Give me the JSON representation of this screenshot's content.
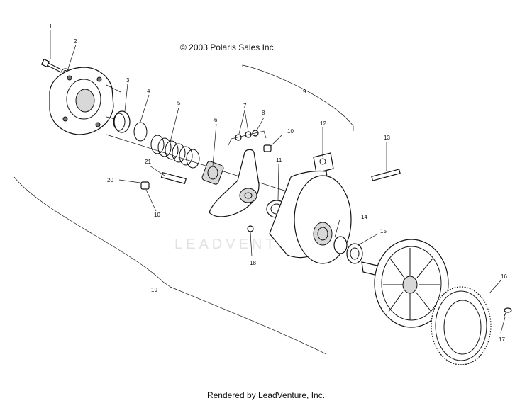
{
  "copyright": "© 2003 Polaris Sales Inc.",
  "footer": "Rendered by LeadVenture, Inc.",
  "watermark": "LEADVENTURE",
  "callouts": [
    "1",
    "2",
    "3",
    "4",
    "5",
    "6",
    "7",
    "8",
    "9",
    "10",
    "10",
    "11",
    "12",
    "13",
    "14",
    "15",
    "16",
    "17",
    "18",
    "19",
    "20",
    "21"
  ]
}
